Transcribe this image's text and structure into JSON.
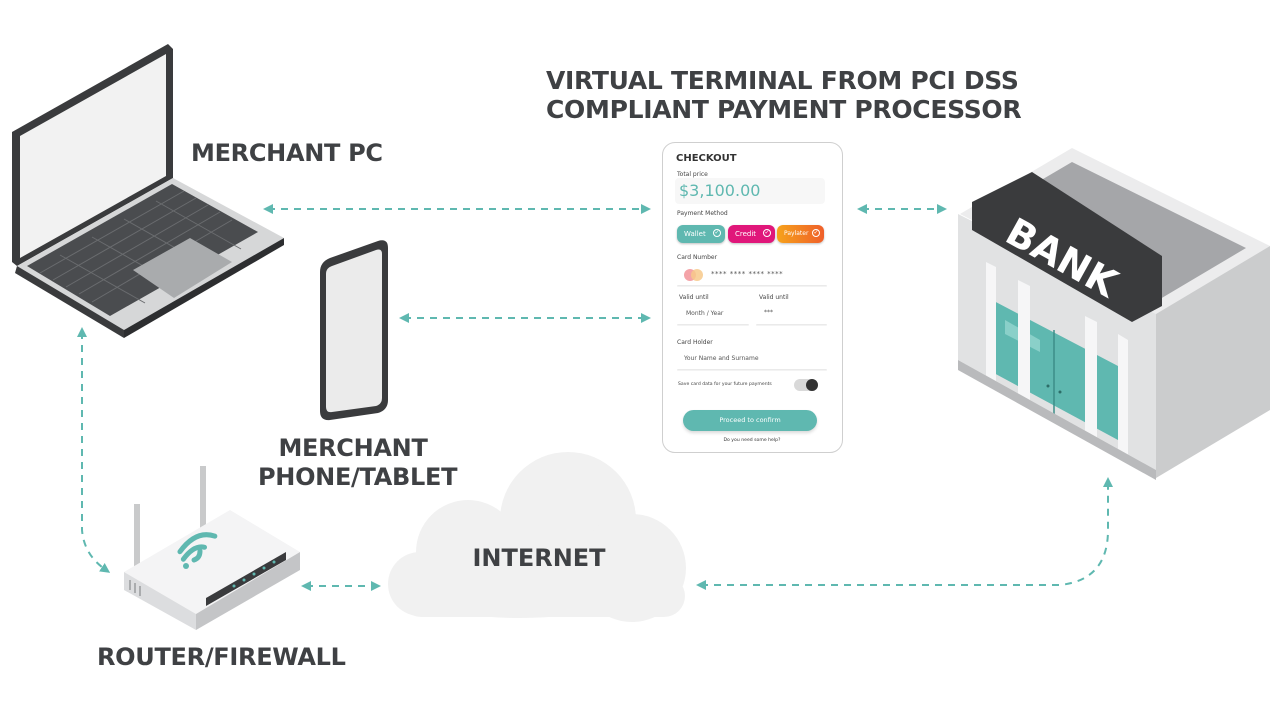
{
  "labels": {
    "virtual_terminal_line1": "VIRTUAL TERMINAL FROM PCI DSS",
    "virtual_terminal_line2": "COMPLIANT PAYMENT PROCESSOR",
    "merchant_pc": "MERCHANT PC",
    "merchant_phone_line1": "MERCHANT",
    "merchant_phone_line2": "PHONE/TABLET",
    "router": "ROUTER/FIREWALL",
    "internet": "INTERNET",
    "bank": "BANK"
  },
  "checkout": {
    "title": "CHECKOUT",
    "total_price_label": "Total price",
    "total_price_value": "$3,100.00",
    "payment_method_label": "Payment Method",
    "methods": [
      "Wallet",
      "Credit",
      "Paylater"
    ],
    "card_number_label": "Card Number",
    "card_number_value": "**** **** **** ****",
    "valid_until_label_1": "Valid until",
    "valid_until_value_1": "Month / Year",
    "valid_until_label_2": "Valid until",
    "valid_until_value_2": "***",
    "card_holder_label": "Card Holder",
    "card_holder_placeholder": "Your Name and Surname",
    "save_card_label": "Save card data for your future payments",
    "confirm_button": "Proceed to confirm",
    "help_link": "Do you need some help?"
  },
  "colors": {
    "teal": "#5fb8b0",
    "credit_pink": "#e0177a",
    "paylater_orange": "#f3831f",
    "label_dark": "#3f4144",
    "bank_sign": "#3a3b3d"
  },
  "icons": [
    "wifi-icon",
    "card-brand-icon",
    "toggle-switch",
    "check-icon"
  ]
}
